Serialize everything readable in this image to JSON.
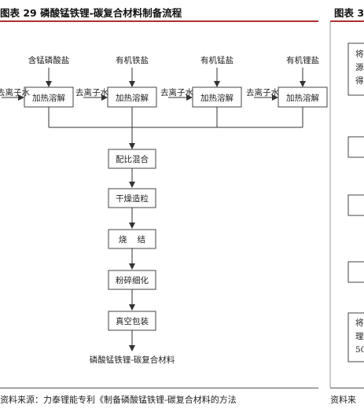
{
  "header": {
    "title": "图表 29  磷酸锰铁锂-碳复合材料制备流程",
    "right_title": "图表 3"
  },
  "flow": {
    "inputs": [
      "含锰磷酸盐",
      "有机铁盐",
      "有机锰盐",
      "有机锂盐"
    ],
    "water_label": "去离子水",
    "dissolve_label": "加热溶解",
    "steps": [
      "配比混合",
      "干燥造粒",
      "烧    结",
      "粉碎细化",
      "真空包装"
    ],
    "product": "磷酸锰铁锂-碳复合材料"
  },
  "right_panel": {
    "box1_lines": [
      "将",
      "源",
      "得"
    ],
    "box5_lines": [
      "将",
      "理",
      "50"
    ]
  },
  "footer": {
    "source": "资料来源：力泰锂能专利《制备磷酸锰铁锂-碳复合材料的方法",
    "source_right": "资料来"
  }
}
